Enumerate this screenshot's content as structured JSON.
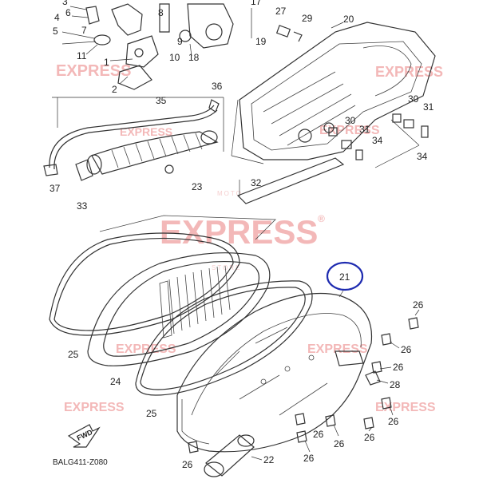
{
  "watermark": {
    "line_top": "MOTO",
    "line_main": "EXPRESS",
    "line_bottom": "STORE",
    "registered": "®",
    "color": "#f3b8b8"
  },
  "diagram": {
    "code": "BALG411-Z080",
    "fwd_label": "FWD",
    "highlight_color": "#1e2bb0",
    "highlight_label": "21",
    "callouts": [
      "3",
      "4",
      "5",
      "6",
      "7",
      "1",
      "2",
      "11",
      "8",
      "9",
      "10",
      "18",
      "19",
      "17",
      "27",
      "29",
      "20",
      "36",
      "35",
      "30",
      "31",
      "30",
      "31",
      "34",
      "34",
      "37",
      "33",
      "23",
      "32",
      "25",
      "24",
      "25",
      "26",
      "26",
      "26",
      "28",
      "26",
      "26",
      "26",
      "26",
      "22",
      "26",
      "26"
    ]
  }
}
